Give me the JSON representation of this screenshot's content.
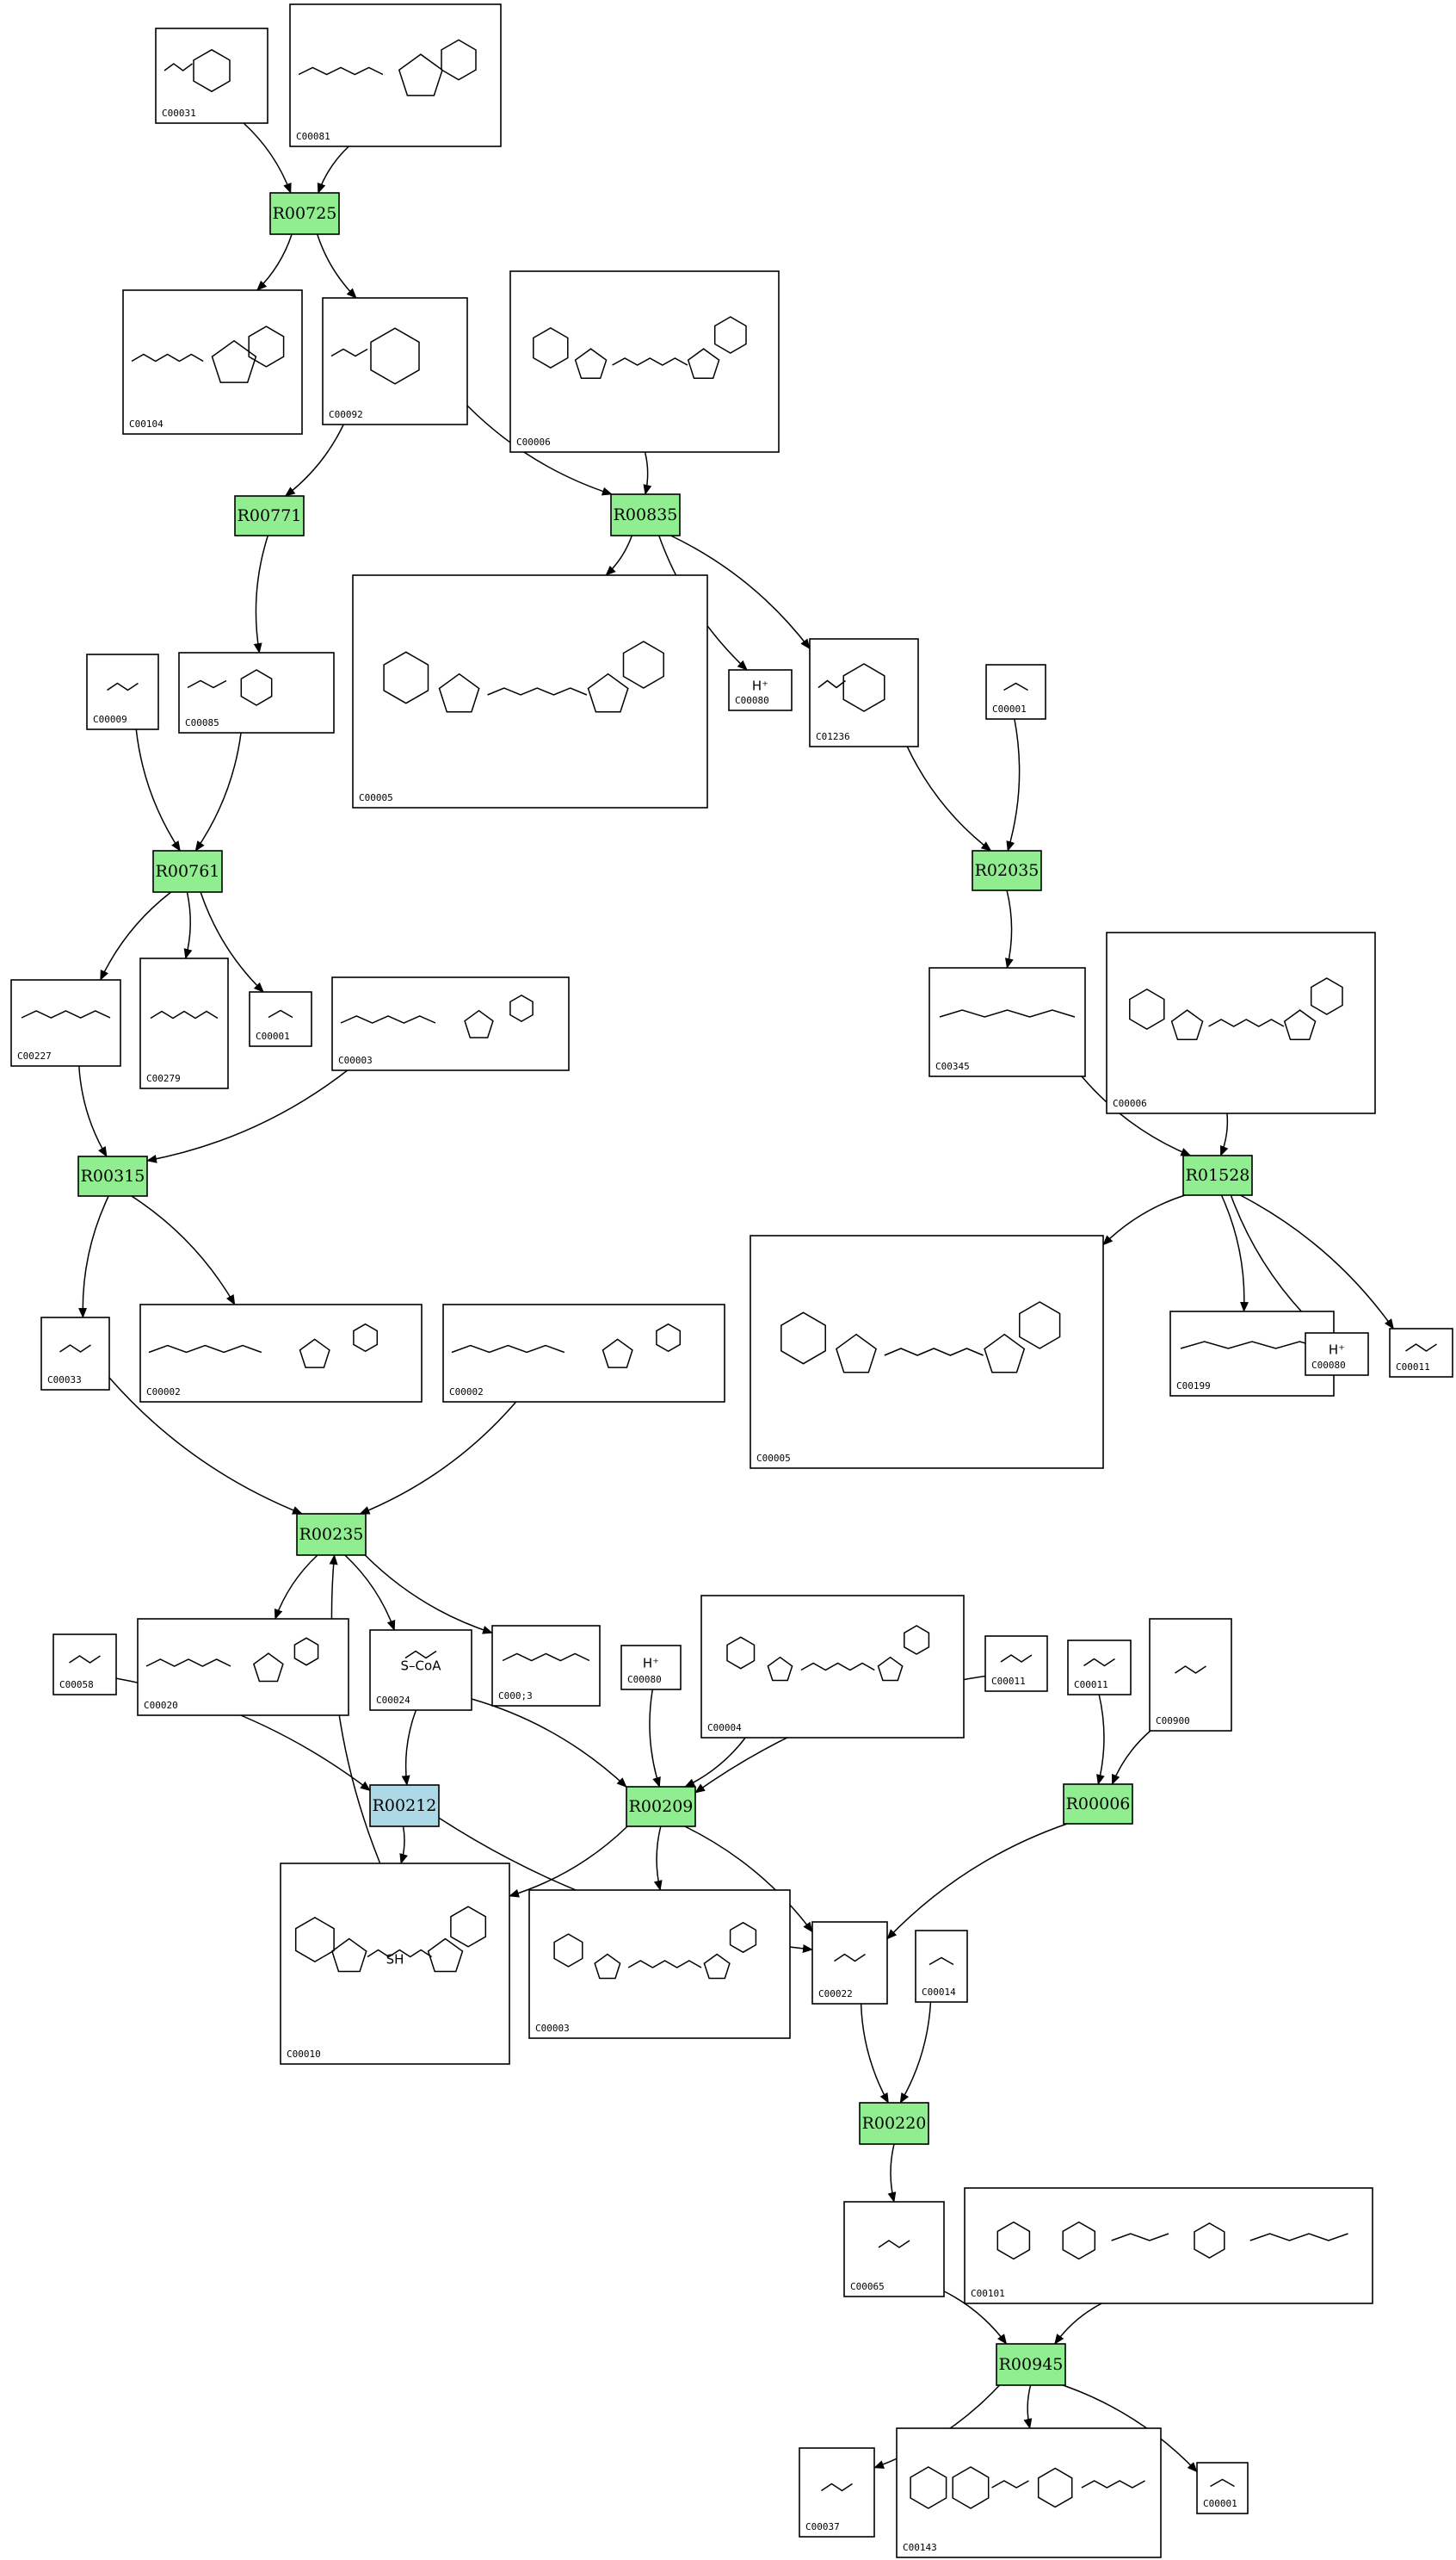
{
  "colors": {
    "reaction_default": "#90ee90",
    "reaction_highlight": "#add8e6",
    "compound_border": "#000000",
    "edge": "#000000"
  },
  "reactions": [
    {
      "id": "r00725",
      "label": "R00725",
      "color": "#90ee90"
    },
    {
      "id": "r00771",
      "label": "R00771",
      "color": "#90ee90"
    },
    {
      "id": "r00835",
      "label": "R00835",
      "color": "#90ee90"
    },
    {
      "id": "r00761",
      "label": "R00761",
      "color": "#90ee90"
    },
    {
      "id": "r02035",
      "label": "R02035",
      "color": "#90ee90"
    },
    {
      "id": "r00315",
      "label": "R00315",
      "color": "#90ee90"
    },
    {
      "id": "r01528",
      "label": "R01528",
      "color": "#90ee90"
    },
    {
      "id": "r00235",
      "label": "R00235",
      "color": "#90ee90"
    },
    {
      "id": "r00212",
      "label": "R00212",
      "color": "#add8e6"
    },
    {
      "id": "r00209",
      "label": "R00209",
      "color": "#90ee90"
    },
    {
      "id": "r00006",
      "label": "R00006",
      "color": "#90ee90"
    },
    {
      "id": "r00220",
      "label": "R00220",
      "color": "#90ee90"
    },
    {
      "id": "r00945",
      "label": "R00945",
      "color": "#90ee90"
    }
  ],
  "compounds": [
    {
      "id": "c00031",
      "label": "C00031",
      "glyph": "sugar"
    },
    {
      "id": "c00081",
      "label": "C00081",
      "glyph": "nucleotide"
    },
    {
      "id": "c00104",
      "label": "C00104",
      "glyph": "nucleotide"
    },
    {
      "id": "c00092",
      "label": "C00092",
      "glyph": "sugar"
    },
    {
      "id": "c00006a",
      "label": "C00006",
      "glyph": "dinucleotide"
    },
    {
      "id": "c00005a",
      "label": "C00005",
      "glyph": "dinucleotide"
    },
    {
      "id": "c00080a",
      "label": "C00080",
      "glyph": "proton",
      "formula": "H⁺"
    },
    {
      "id": "c01236",
      "label": "C01236",
      "glyph": "sugar"
    },
    {
      "id": "c00001a",
      "label": "C00001",
      "glyph": "water"
    },
    {
      "id": "c00009",
      "label": "C00009",
      "glyph": "small"
    },
    {
      "id": "c00085",
      "label": "C00085",
      "glyph": "sugar"
    },
    {
      "id": "c00227",
      "label": "C00227",
      "glyph": "chain"
    },
    {
      "id": "c00279",
      "label": "C00279",
      "glyph": "chain"
    },
    {
      "id": "c00001b",
      "label": "C00001",
      "glyph": "water"
    },
    {
      "id": "c00003a",
      "label": "C00003",
      "glyph": "nucleotide"
    },
    {
      "id": "c00345",
      "label": "C00345",
      "glyph": "chain"
    },
    {
      "id": "c00006b",
      "label": "C00006",
      "glyph": "dinucleotide"
    },
    {
      "id": "c00033",
      "label": "C00033",
      "glyph": "small"
    },
    {
      "id": "c00002a",
      "label": "C00002",
      "glyph": "nucleotide"
    },
    {
      "id": "c00002b",
      "label": "C00002",
      "glyph": "nucleotide"
    },
    {
      "id": "c00005b",
      "label": "C00005",
      "glyph": "dinucleotide"
    },
    {
      "id": "c00199",
      "label": "C00199",
      "glyph": "chain"
    },
    {
      "id": "c00080b",
      "label": "C00080",
      "glyph": "proton",
      "formula": "H⁺"
    },
    {
      "id": "c00011a",
      "label": "C00011",
      "glyph": "small"
    },
    {
      "id": "c00058",
      "label": "C00058",
      "glyph": "small"
    },
    {
      "id": "c00020",
      "label": "C00020",
      "glyph": "nucleotide"
    },
    {
      "id": "c00024",
      "label": "C00024",
      "glyph": "small",
      "formula": "S–CoA"
    },
    {
      "id": "c00013",
      "label": "C000;3",
      "glyph": "chain"
    },
    {
      "id": "c00080c",
      "label": "C00080",
      "glyph": "proton",
      "formula": "H⁺"
    },
    {
      "id": "c00004",
      "label": "C00004",
      "glyph": "dinucleotide"
    },
    {
      "id": "c00011b",
      "label": "C00011",
      "glyph": "small"
    },
    {
      "id": "c00011c",
      "label": "C00011",
      "glyph": "small"
    },
    {
      "id": "c00900",
      "label": "C00900",
      "glyph": "small"
    },
    {
      "id": "c00010",
      "label": "C00010",
      "glyph": "dinucleotide",
      "formula": "SH"
    },
    {
      "id": "c00003b",
      "label": "C00003",
      "glyph": "dinucleotide"
    },
    {
      "id": "c00022",
      "label": "C00022",
      "glyph": "small"
    },
    {
      "id": "c00014",
      "label": "C00014",
      "glyph": "water"
    },
    {
      "id": "c00065",
      "label": "C00065",
      "glyph": "small"
    },
    {
      "id": "c00101",
      "label": "C00101",
      "glyph": "folate"
    },
    {
      "id": "c00037",
      "label": "C00037",
      "glyph": "small"
    },
    {
      "id": "c00143",
      "label": "C00143",
      "glyph": "folate"
    },
    {
      "id": "c00001c",
      "label": "C00001",
      "glyph": "water"
    }
  ]
}
